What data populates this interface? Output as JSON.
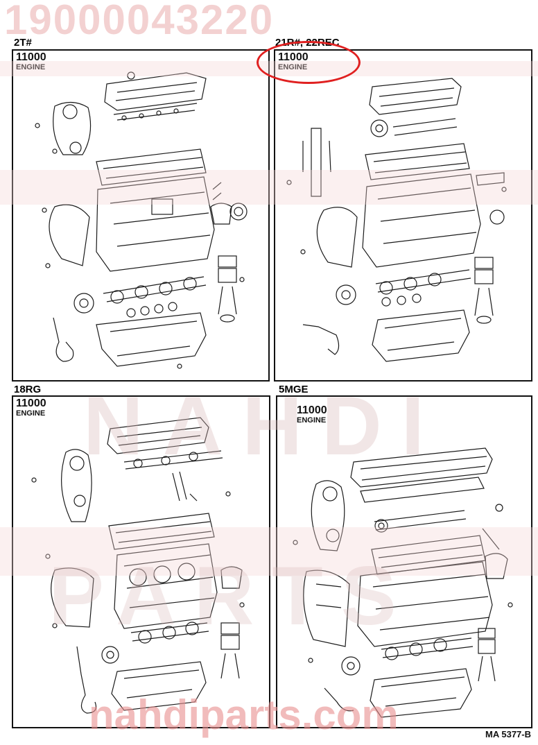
{
  "watermark": {
    "part_number": "19000043220",
    "site": "nahdiparts.com",
    "brand_letters": "NAHDI",
    "brand_letters_2": "PARTS"
  },
  "panels": [
    {
      "engine": "2T#",
      "part_no": "11000",
      "part_name": "ENGINE"
    },
    {
      "engine": "21R#, 22REC",
      "part_no": "11000",
      "part_name": "ENGINE",
      "highlighted": true
    },
    {
      "engine": "18RG",
      "part_no": "11000",
      "part_name": "ENGINE"
    },
    {
      "engine": "5MGE",
      "part_no": "11000",
      "part_name": "ENGINE"
    }
  ],
  "drawing_code": "MA  5377-B",
  "colors": {
    "highlight": "#e02020",
    "watermark": "#e88f8f",
    "line": "#1a1a1a"
  }
}
